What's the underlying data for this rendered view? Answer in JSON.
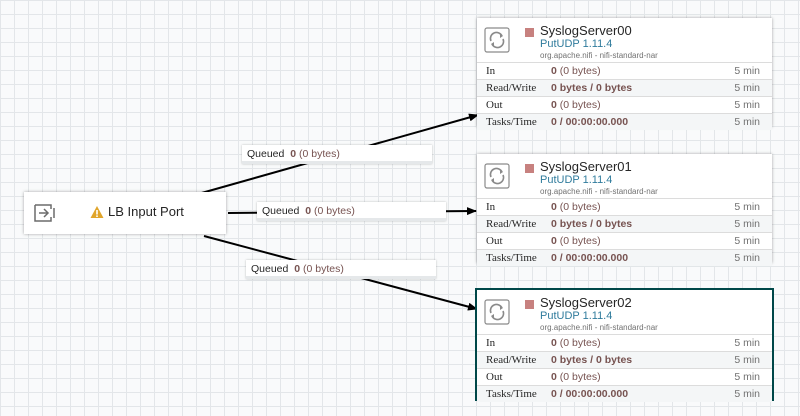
{
  "input_port": {
    "name": "LB Input Port",
    "icon": "input-port-icon",
    "warning_icon": "warning-icon",
    "warning_color": "#e0a52b"
  },
  "processors": [
    {
      "name": "SyslogServer00",
      "type": "PutUDP 1.11.4",
      "bundle": "org.apache.nifi - nifi-standard-nar",
      "state_color": "#c7817f",
      "stats": [
        {
          "label": "In",
          "value": "0",
          "detail": "(0 bytes)",
          "window": "5 min"
        },
        {
          "label": "Read/Write",
          "value": "0 bytes / 0 bytes",
          "detail": "",
          "window": "5 min"
        },
        {
          "label": "Out",
          "value": "0",
          "detail": "(0 bytes)",
          "window": "5 min"
        },
        {
          "label": "Tasks/Time",
          "value": "0 / 00:00:00.000",
          "detail": "",
          "window": "5 min"
        }
      ]
    },
    {
      "name": "SyslogServer01",
      "type": "PutUDP 1.11.4",
      "bundle": "org.apache.nifi - nifi-standard-nar",
      "state_color": "#c7817f",
      "stats": [
        {
          "label": "In",
          "value": "0",
          "detail": "(0 bytes)",
          "window": "5 min"
        },
        {
          "label": "Read/Write",
          "value": "0 bytes / 0 bytes",
          "detail": "",
          "window": "5 min"
        },
        {
          "label": "Out",
          "value": "0",
          "detail": "(0 bytes)",
          "window": "5 min"
        },
        {
          "label": "Tasks/Time",
          "value": "0 / 00:00:00.000",
          "detail": "",
          "window": "5 min"
        }
      ]
    },
    {
      "name": "SyslogServer02",
      "type": "PutUDP 1.11.4",
      "bundle": "org.apache.nifi - nifi-standard-nar",
      "state_color": "#c7817f",
      "stats": [
        {
          "label": "In",
          "value": "0",
          "detail": "(0 bytes)",
          "window": "5 min"
        },
        {
          "label": "Read/Write",
          "value": "0 bytes / 0 bytes",
          "detail": "",
          "window": "5 min"
        },
        {
          "label": "Out",
          "value": "0",
          "detail": "(0 bytes)",
          "window": "5 min"
        },
        {
          "label": "Tasks/Time",
          "value": "0 / 00:00:00.000",
          "detail": "",
          "window": "5 min"
        }
      ]
    }
  ],
  "connections": [
    {
      "label": "Queued",
      "count": "0",
      "size": "(0 bytes)"
    },
    {
      "label": "Queued",
      "count": "0",
      "size": "(0 bytes)"
    },
    {
      "label": "Queued",
      "count": "0",
      "size": "(0 bytes)"
    }
  ],
  "colors": {
    "accent": "#004849",
    "type_link": "#2f7b9c",
    "value": "#775351"
  }
}
